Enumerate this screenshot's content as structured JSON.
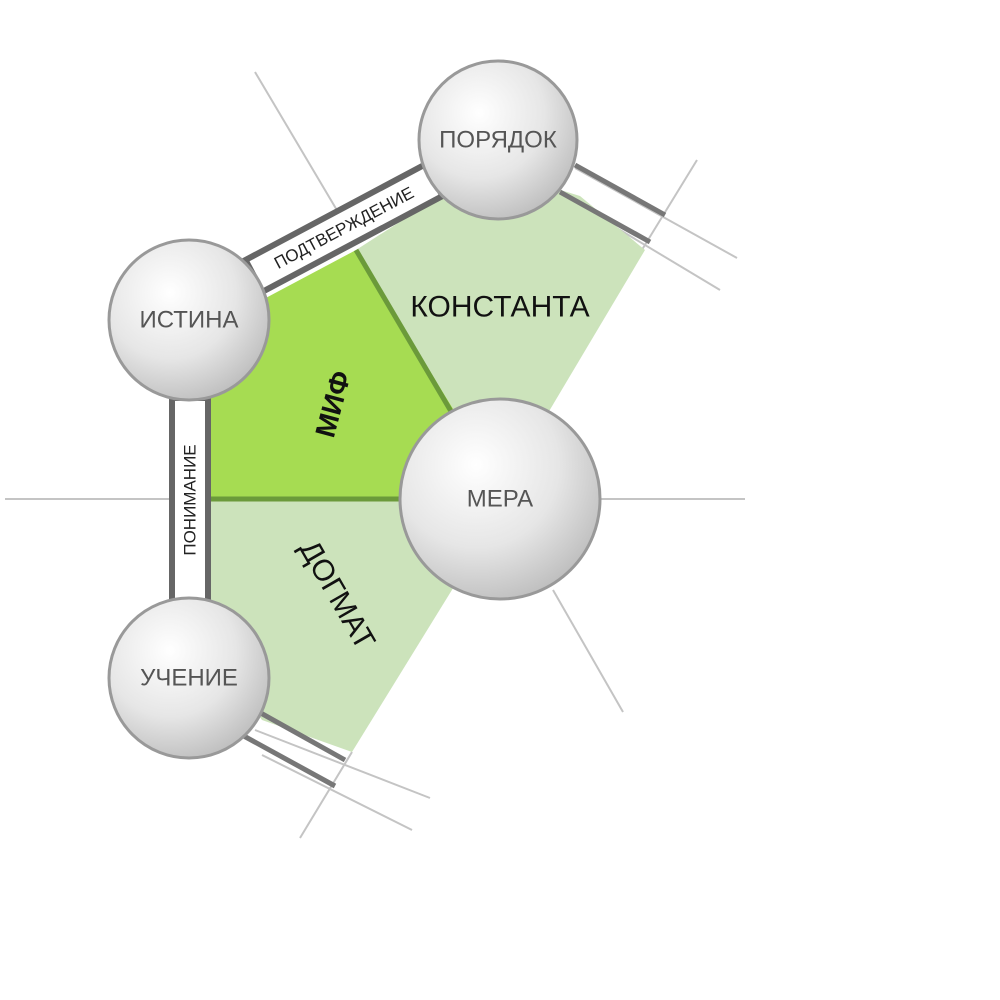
{
  "nodes": {
    "poryadok": "ПОРЯДОК",
    "istina": "ИСТИНА",
    "mera": "МЕРА",
    "uchenie": "УЧЕНИЕ"
  },
  "regions": {
    "konstanta": "КОНСТАНТА",
    "mif": "МИФ",
    "dogmat": "ДОГМАТ"
  },
  "links": {
    "podtverzhdenie": "ПОДТВЕРЖДЕНИЕ",
    "ponimanie": "ПОНИМАНИЕ"
  },
  "colors": {
    "mif_fill": "#a6dc52",
    "region_fill": "#cce3bb",
    "region_border": "#6b9a3a",
    "link_border": "#666666"
  }
}
